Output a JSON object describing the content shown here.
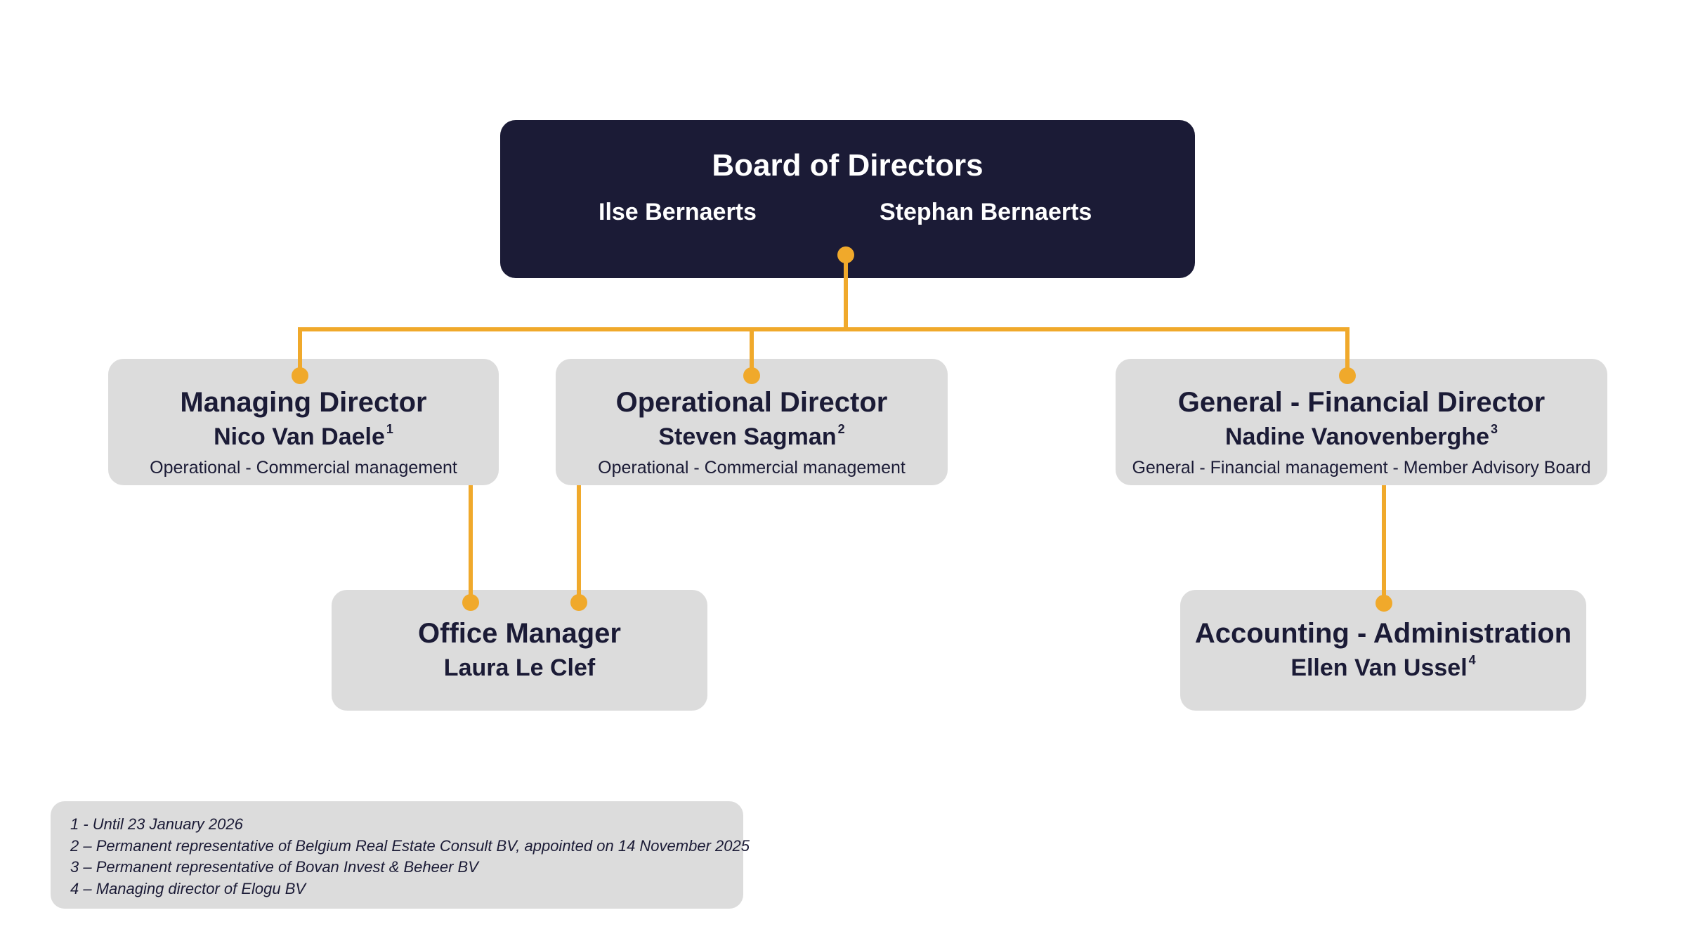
{
  "colors": {
    "navy": "#1b1b36",
    "card": "#dcdcdc",
    "connector": "#f0a92b"
  },
  "board": {
    "title": "Board of Directors",
    "members": [
      "Ilse Bernaerts",
      "Stephan Bernaerts"
    ]
  },
  "managing_director": {
    "role": "Managing Director",
    "name": "Nico Van Daele",
    "footnote": "1",
    "description": "Operational - Commercial management"
  },
  "operational_director": {
    "role": "Operational Director",
    "name": "Steven Sagman",
    "footnote": "2",
    "description": "Operational - Commercial management"
  },
  "general_financial_director": {
    "role": "General - Financial Director",
    "name": "Nadine Vanovenberghe",
    "footnote": "3",
    "description": "General - Financial management - Member Advisory Board"
  },
  "office_manager": {
    "role": "Office Manager",
    "name": "Laura Le Clef"
  },
  "accounting": {
    "role": "Accounting - Administration",
    "name": "Ellen Van Ussel",
    "footnote": "4"
  },
  "footnotes": [
    "1 - Until 23 January 2026",
    "2 – Permanent representative of Belgium Real Estate Consult BV, appointed on 14 November 2025",
    "3 – Permanent representative of Bovan Invest & Beheer BV",
    "4 – Managing director of Elogu BV"
  ]
}
